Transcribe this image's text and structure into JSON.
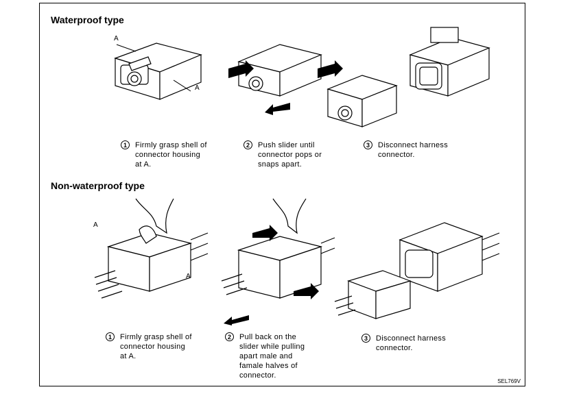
{
  "sections": {
    "waterproof": {
      "title": "Waterproof type",
      "steps": [
        {
          "number": "1",
          "text": "Firmly grasp shell of\nconnector housing\nat A."
        },
        {
          "number": "2",
          "text": "Push slider until\nconnector pops or\nsnaps apart."
        },
        {
          "number": "3",
          "text": "Disconnect harness\nconnector."
        }
      ]
    },
    "non_waterproof": {
      "title": "Non-waterproof type",
      "steps": [
        {
          "number": "1",
          "text": "Firmly grasp shell of\nconnector housing\nat A."
        },
        {
          "number": "2",
          "text": "Pull back on the\nslider while pulling\napart male and\nfamale halves of\nconnector."
        },
        {
          "number": "3",
          "text": "Disconnect harness\nconnector."
        }
      ]
    }
  },
  "labels": {
    "a": "A"
  },
  "figure_code": "SEL769V"
}
